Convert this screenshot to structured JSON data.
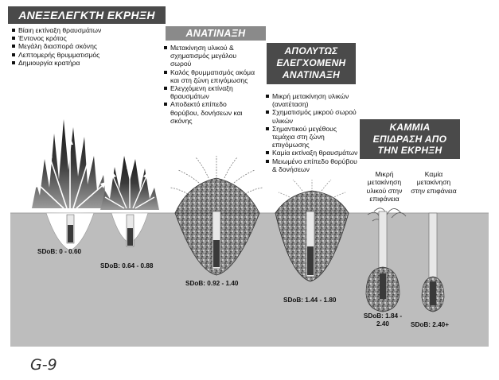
{
  "panels": {
    "uncontrolled": {
      "title": "ΑΝΕΞΕΛΕΓΚΤΗ ΕΚΡΗΞΗ",
      "bullets": [
        "Βίαιη εκτίναξη θραυσμάτων",
        "Έντονος κρότος",
        "Μεγάλη διασπορά σκόνης",
        "Λεπτομερής θρυμματισμός",
        "Δημιουργία κρατήρα"
      ]
    },
    "heave": {
      "title": "ΑΝΑΤΙΝΑΞΗ",
      "bullets": [
        "Μετακίνηση υλικού & σχηματισμός μεγάλου σωρού",
        "Καλός θρυμματισμός ακόμα και στη ζώνη επιγόμωσης",
        "Ελεγχόμενη εκτίναξη θραυσμάτων",
        "Αποδεκτό επίπεδο θορύβου, δονήσεων και σκόνης"
      ]
    },
    "controlled": {
      "title_line1": "ΑΠΟΛΥΤΩΣ",
      "title_line2": "ΕΛΕΓΧΟΜΕΝΗ",
      "title_line3": "ΑΝΑΤΙΝΑΞΗ",
      "bullets": [
        "Μικρή μετακίνηση υλικών (ανατέταση)",
        "Σχηματισμός μικρού σωρού υλικών",
        "Σημαντικού μεγέθους τεμάχια στη ζώνη επιγόμωσης",
        "Καμία εκτίναξη θραυσμάτων",
        "Μειωμένο επίπεδο θορύβου & δονήσεων"
      ]
    },
    "no_impact": {
      "title_line1": "ΚΑΜΜΙΑ",
      "title_line2": "ΕΠΙΔΡΑΣΗ ΑΠΟ",
      "title_line3": "ΤΗΝ ΕΚΡΗΞΗ",
      "left_note": "Μικρή μετακίνηση υλικού στην επιφάνεια",
      "right_note": "Καμία μετακίνηση στην επιφάνεια"
    }
  },
  "sdob_labels": [
    "SDoB: 0 - 0.60",
    "SDoB: 0.64 - 0.88",
    "SDoB: 0.92 - 1.40",
    "SDoB: 1.44 - 1.80",
    "SDoB: 1.84 - 2.40",
    "SDoB: 2.40+"
  ],
  "figure_label": "G-9",
  "colors": {
    "ground": "#bdbdbd",
    "header_dark": "#4a4a4a",
    "header_light": "#8a8a8a",
    "charge": "#3a3a3a"
  }
}
